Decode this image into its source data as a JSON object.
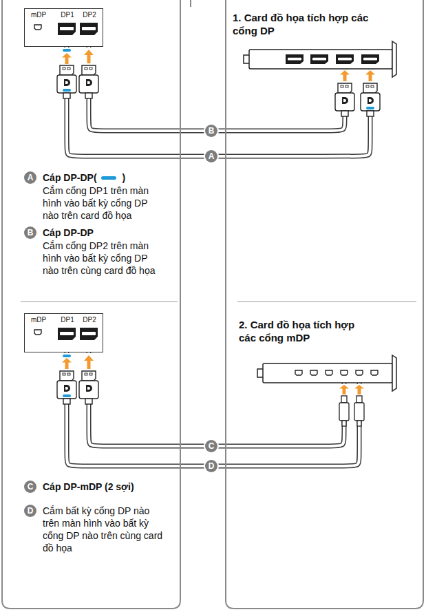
{
  "diagram": {
    "nodes": [
      {
        "text": [
          "mDP",
          "DP1",
          "DP2"
        ]
      },
      {
        "text": [
          "1. Card đồ họa tích hợp các cổng DP"
        ]
      },
      {
        "text": [
          "mDP",
          "DP1",
          "DP2"
        ]
      },
      {
        "text": [
          "2. Card đồ họa tích hợp các cổng mDP"
        ]
      }
    ],
    "edges": [
      {
        "from": 0,
        "to": 1,
        "arrow": "none",
        "label": "B"
      },
      {
        "from": 0,
        "to": 1,
        "arrow": "none",
        "label": "A"
      },
      {
        "from": 2,
        "to": 3,
        "arrow": "none",
        "label": "C"
      },
      {
        "from": 2,
        "to": 3,
        "arrow": "none",
        "label": "D"
      }
    ],
    "labels": [
      "A",
      "Cáp DP-DP(",
      ")",
      "Cắm cổng DP1 trên màn hình vào bất kỳ cổng DP nào trên card đồ họa",
      "B",
      "Cáp DP-DP",
      "Cắm cổng DP2 trên màn hình vào bất kỳ cổng DP nào trên cùng card đồ họa",
      "C",
      "Cáp DP-mDP (2 sợi)",
      "D",
      "Cắm bất kỳ cổng DP nào trên màn hình vào bất kỳ cổng DP nào trên cùng card đồ họa"
    ]
  }
}
